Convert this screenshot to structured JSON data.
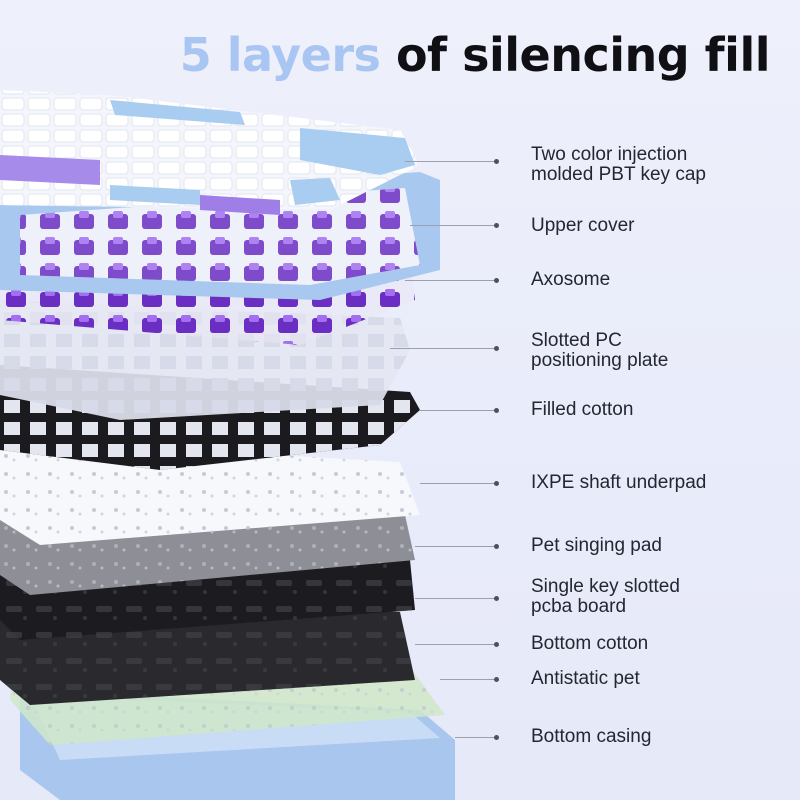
{
  "headline": {
    "accent": "5 layers",
    "main": "of silencing fill"
  },
  "colors": {
    "accent": "#a9c6f2",
    "switch_purple": "#7b3fd1",
    "frame_blue": "#a8c8ef",
    "cotton_black": "#1e1e22"
  },
  "layers": [
    {
      "label": "Two color injection\nmolded PBT key cap"
    },
    {
      "label": "Upper cover"
    },
    {
      "label": "Axosome"
    },
    {
      "label": "Slotted PC\npositioning plate"
    },
    {
      "label": "Filled cotton"
    },
    {
      "label": "IXPE shaft underpad"
    },
    {
      "label": "Pet singing pad"
    },
    {
      "label": "Single key slotted\npcba board"
    },
    {
      "label": "Bottom cotton"
    },
    {
      "label": "Antistatic pet"
    },
    {
      "label": "Bottom casing"
    }
  ]
}
